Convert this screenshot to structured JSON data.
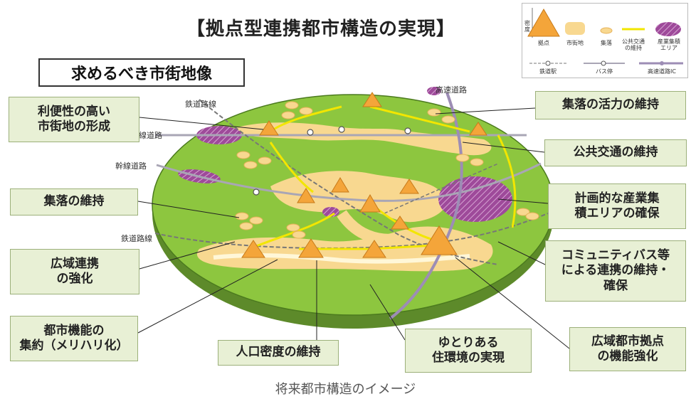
{
  "title": "【拠点型連携都市構造の実現】",
  "subtitle": "求めるべき市街地像",
  "caption": "将来都市構造のイメージ",
  "map_labels": {
    "railway_1": "鉄道路線",
    "arterial_1": "幹線道路",
    "arterial_2": "幹線道路",
    "railway_2": "鉄道路線",
    "expressway": "高速道路"
  },
  "labels": {
    "convenient_city": "利便性の高い\n市街地の形成",
    "settlement_vitality": "集落の活力の維持",
    "public_transport": "公共交通の維持",
    "settlement_keep": "集落の維持",
    "industrial_area": "計画的な産業集\n積エリアの確保",
    "wide_cooperation": "広域連携\nの強化",
    "community_bus": "コミュニティバス等\nによる連携の維持・\n確保",
    "city_function": "都市機能の\n集約（メリハリ化）",
    "population_density": "人口密度の維持",
    "living_env": "ゆとりある\n住環境の実現",
    "regional_hub": "広域都市拠点\nの機能強化"
  },
  "legend": {
    "axis_label": "密度",
    "hub": "拠点",
    "urban": "市街地",
    "settlement": "集落",
    "transit": "公共交通\nの維持",
    "industry": "産業集積\nエリア",
    "station": "鉄道駅",
    "bus_stop": "バス停",
    "expressway_ic": "高速道路IC"
  },
  "colors": {
    "plain": "#8dc63f",
    "plain_edge": "#5d8a2a",
    "urban": "#f8d890",
    "hub": "#f4a53a",
    "transit": "#f2e600",
    "industry": "#9e4a9a",
    "label_bg": "#e8f0d5"
  }
}
